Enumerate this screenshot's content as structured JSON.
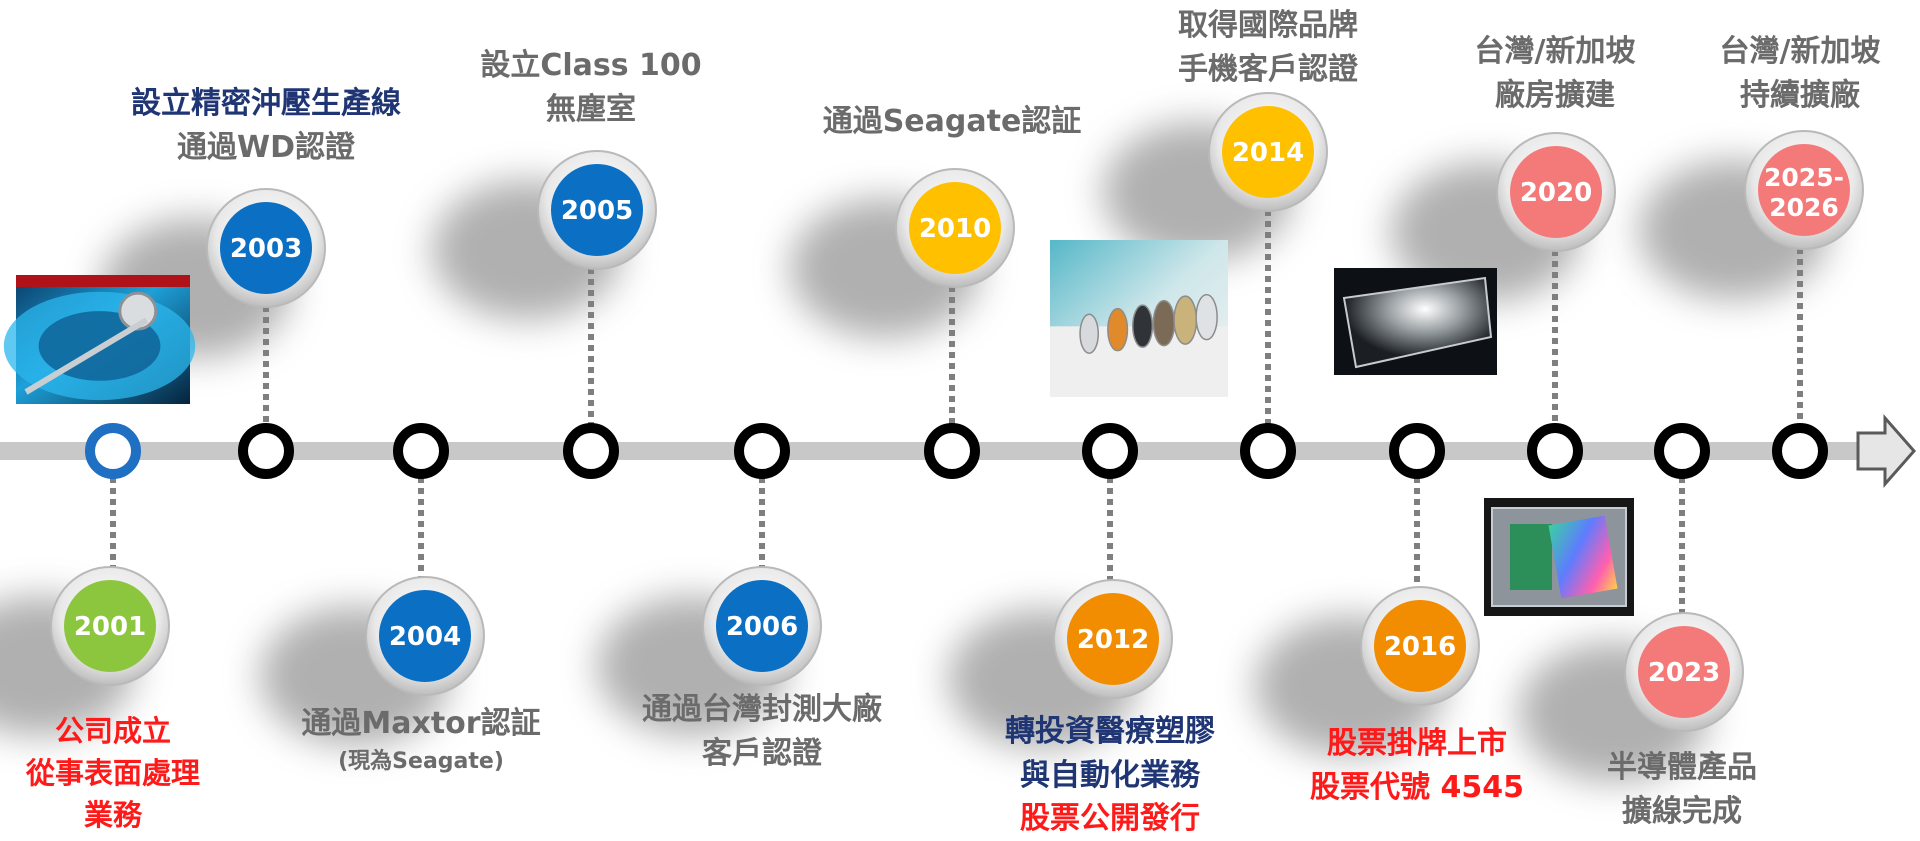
{
  "timeline": [
    {
      "year": "2001",
      "side": "below",
      "color": "#8cc63f",
      "labels": [
        {
          "text": "公司成立",
          "tone": "red"
        },
        {
          "text": "從事表面處理",
          "tone": "red"
        },
        {
          "text": "業務",
          "tone": "red"
        }
      ]
    },
    {
      "year": "2003",
      "side": "above",
      "color": "#0b6fc3",
      "labels": [
        {
          "text": "設立精密沖壓生產線",
          "tone": "navy"
        },
        {
          "text": "通過WD認證",
          "tone": "gray"
        }
      ]
    },
    {
      "year": "2004",
      "side": "below",
      "color": "#0b6fc3",
      "labels": [
        {
          "text": "通過Maxtor認証",
          "tone": "gray"
        },
        {
          "text": "(現為Seagate)",
          "tone": "gray",
          "small": true
        }
      ]
    },
    {
      "year": "2005",
      "side": "above",
      "color": "#0b6fc3",
      "labels": [
        {
          "text": "設立Class 100",
          "tone": "gray"
        },
        {
          "text": "無塵室",
          "tone": "gray"
        }
      ]
    },
    {
      "year": "2006",
      "side": "below",
      "color": "#0b6fc3",
      "labels": [
        {
          "text": "通過台灣封測大廠",
          "tone": "gray"
        },
        {
          "text": "客戶認證",
          "tone": "gray"
        }
      ]
    },
    {
      "year": "2010",
      "side": "above",
      "color": "#ffc000",
      "labels": [
        {
          "text": "通過Seagate認証",
          "tone": "gray"
        }
      ]
    },
    {
      "year": "2012",
      "side": "below",
      "color": "#f28c00",
      "labels": [
        {
          "text": "轉投資醫療塑膠",
          "tone": "navy"
        },
        {
          "text": "與自動化業務",
          "tone": "navy"
        },
        {
          "text": "股票公開發行",
          "tone": "red"
        }
      ]
    },
    {
      "year": "2014",
      "side": "above",
      "color": "#ffc000",
      "labels": [
        {
          "text": "取得國際品牌",
          "tone": "gray"
        },
        {
          "text": "手機客戶認證",
          "tone": "gray"
        }
      ]
    },
    {
      "year": "2016",
      "side": "below",
      "color": "#f28c00",
      "labels": [
        {
          "text": "股票掛牌上市",
          "tone": "red"
        },
        {
          "text": "股票代號 4545",
          "tone": "red"
        }
      ]
    },
    {
      "year": "2020",
      "side": "above",
      "color": "#f47a7a",
      "labels": [
        {
          "text": "台灣/新加坡",
          "tone": "gray"
        },
        {
          "text": "廠房擴建",
          "tone": "gray"
        }
      ]
    },
    {
      "year": "2023",
      "side": "below",
      "color": "#f47a7a",
      "labels": [
        {
          "text": "半導體產品",
          "tone": "gray"
        },
        {
          "text": "擴線完成",
          "tone": "gray"
        }
      ]
    },
    {
      "year": "2025-2026",
      "side": "above",
      "color": "#f47a7a",
      "labels": [
        {
          "text": "台灣/新加坡",
          "tone": "gray"
        },
        {
          "text": "持續擴廠",
          "tone": "gray"
        }
      ]
    }
  ],
  "photos": [
    {
      "name": "hard-disk-photo"
    },
    {
      "name": "camera-lens-parts-photo"
    },
    {
      "name": "glass-substrate-photo"
    },
    {
      "name": "semiconductor-chip-photo"
    }
  ]
}
